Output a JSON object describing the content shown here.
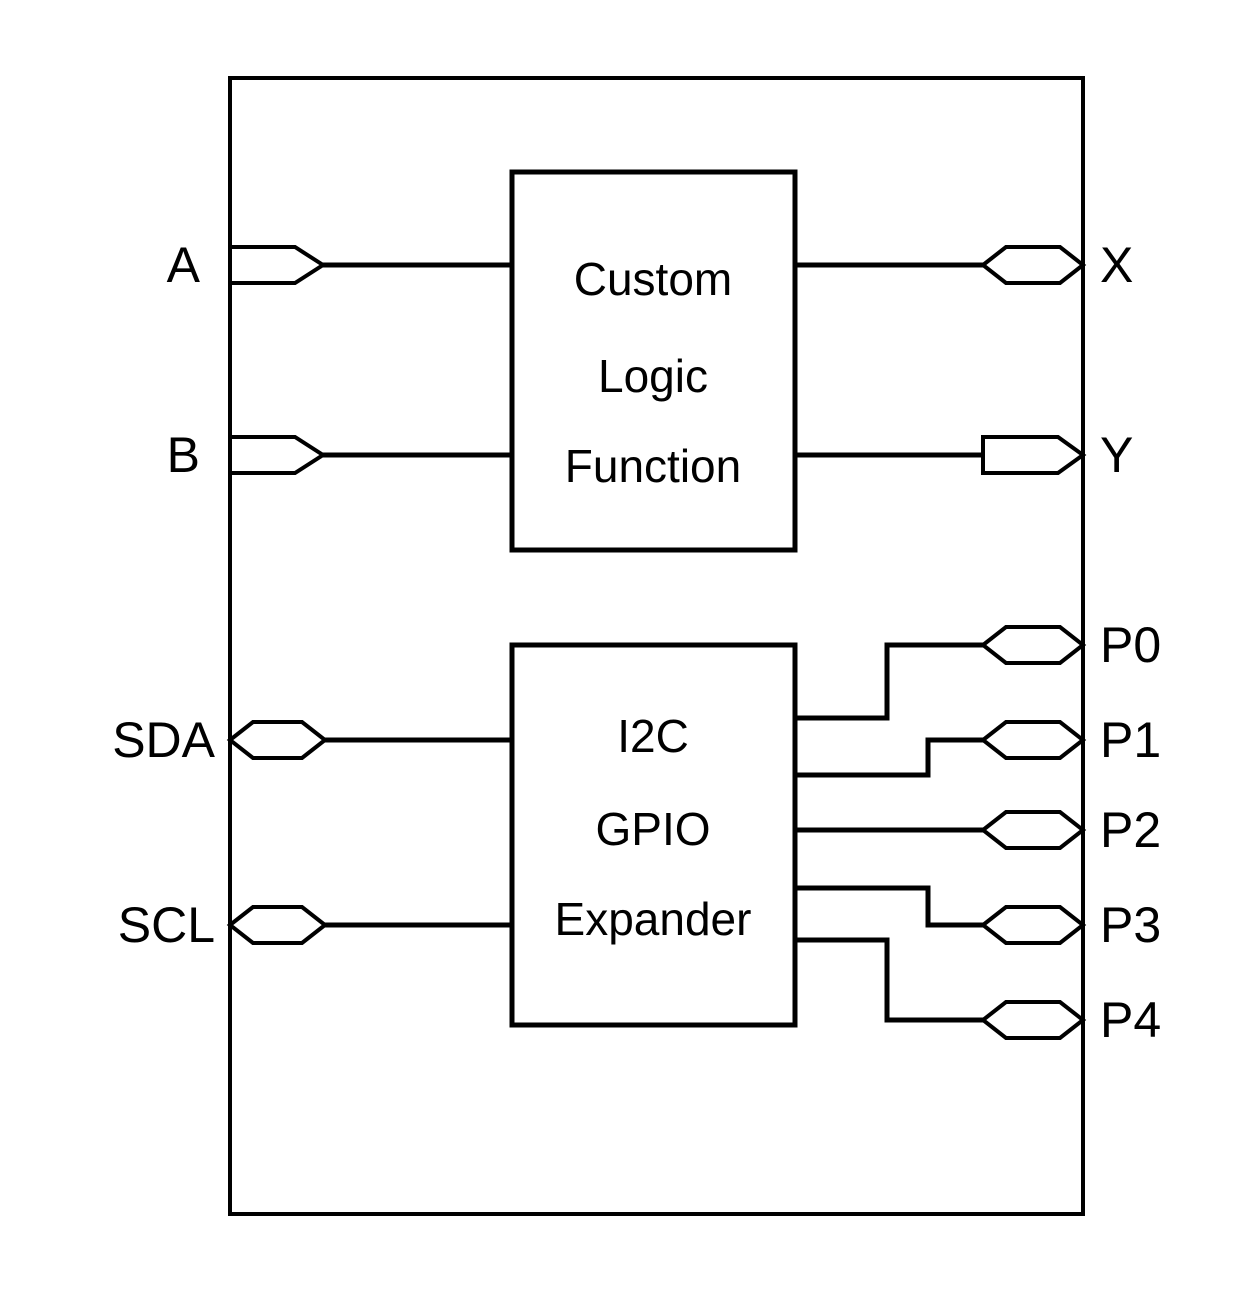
{
  "colors": {
    "stroke": "#000000",
    "background": "#ffffff"
  },
  "blocks": {
    "custom_logic": {
      "lines": [
        "Custom",
        "Logic",
        "Function"
      ]
    },
    "gpio_expander": {
      "lines": [
        "I2C",
        "GPIO",
        "Expander"
      ]
    }
  },
  "pins": {
    "a": {
      "label": "A",
      "side": "left",
      "type": "input"
    },
    "b": {
      "label": "B",
      "side": "left",
      "type": "input"
    },
    "sda": {
      "label": "SDA",
      "side": "left",
      "type": "bidirectional"
    },
    "scl": {
      "label": "SCL",
      "side": "left",
      "type": "bidirectional"
    },
    "x": {
      "label": "X",
      "side": "right",
      "type": "bidirectional"
    },
    "y": {
      "label": "Y",
      "side": "right",
      "type": "output"
    },
    "p0": {
      "label": "P0",
      "side": "right",
      "type": "bidirectional"
    },
    "p1": {
      "label": "P1",
      "side": "right",
      "type": "bidirectional"
    },
    "p2": {
      "label": "P2",
      "side": "right",
      "type": "bidirectional"
    },
    "p3": {
      "label": "P3",
      "side": "right",
      "type": "bidirectional"
    },
    "p4": {
      "label": "P4",
      "side": "right",
      "type": "bidirectional"
    }
  }
}
